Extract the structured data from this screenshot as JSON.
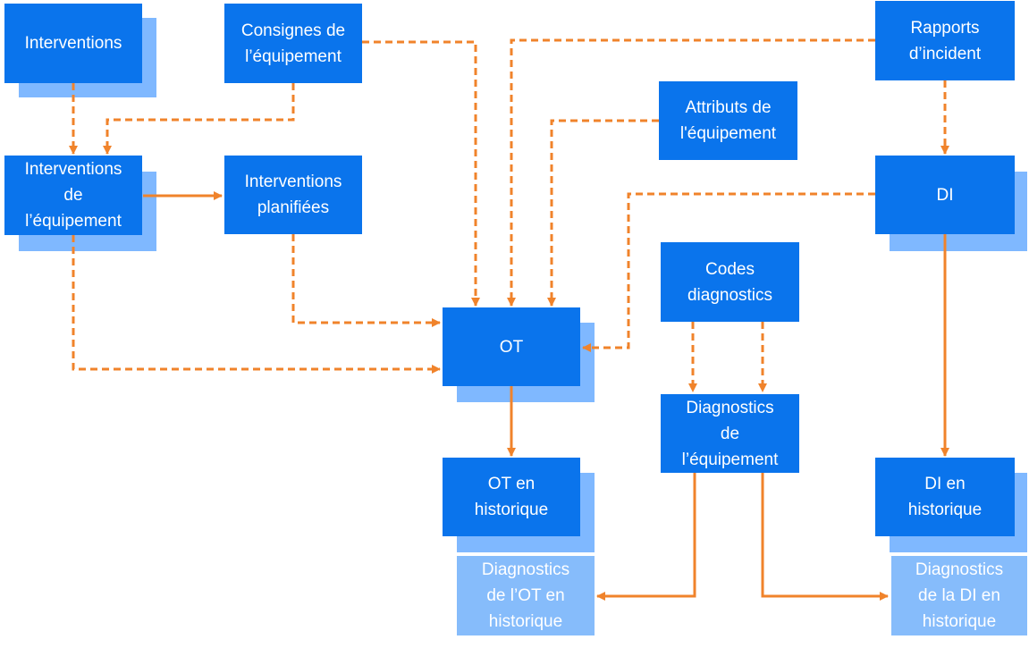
{
  "colors": {
    "box": "#0a74ec",
    "box_light": "#86bcfb",
    "shadow": "#7fb8ff",
    "connector": "#f0832b"
  },
  "nodes": {
    "interventions": "Interventions",
    "consignes": "Consignes de\nl’équipement",
    "rapports": "Rapports\nd’incident",
    "attributs": "Attributs de\nl'équipement",
    "interventions_equipement": "Interventions\nde\nl’équipement",
    "interventions_planifiees": "Interventions\nplanifiées",
    "di": "DI",
    "codes": "Codes\ndiagnostics",
    "ot": "OT",
    "diagnostics_equipement": "Diagnostics\nde\nl’équipement",
    "ot_historique": "OT en\nhistorique",
    "di_historique": "DI en\nhistorique",
    "diag_ot_historique": "Diagnostics\nde l’OT en\nhistorique",
    "diag_di_historique": "Diagnostics\nde la DI en\nhistorique"
  },
  "edges": [
    {
      "from": "interventions",
      "to": "interventions_equipement",
      "style": "dashed"
    },
    {
      "from": "consignes",
      "to": "interventions_equipement",
      "style": "dashed"
    },
    {
      "from": "consignes",
      "to": "ot",
      "style": "dashed"
    },
    {
      "from": "rapports",
      "to": "ot",
      "style": "dashed"
    },
    {
      "from": "rapports",
      "to": "di",
      "style": "dashed"
    },
    {
      "from": "attributs",
      "to": "ot",
      "style": "dashed"
    },
    {
      "from": "interventions_equipement",
      "to": "interventions_planifiees",
      "style": "solid"
    },
    {
      "from": "interventions_equipement",
      "to": "ot",
      "style": "dashed"
    },
    {
      "from": "interventions_planifiees",
      "to": "ot",
      "style": "dashed"
    },
    {
      "from": "di",
      "to": "ot",
      "style": "dashed"
    },
    {
      "from": "di",
      "to": "di_historique",
      "style": "solid"
    },
    {
      "from": "codes",
      "to": "diagnostics_equipement",
      "style": "dashed"
    },
    {
      "from": "ot",
      "to": "ot_historique",
      "style": "solid"
    },
    {
      "from": "diagnostics_equipement",
      "to": "diag_ot_historique",
      "style": "solid"
    },
    {
      "from": "diagnostics_equipement",
      "to": "diag_di_historique",
      "style": "solid"
    }
  ]
}
